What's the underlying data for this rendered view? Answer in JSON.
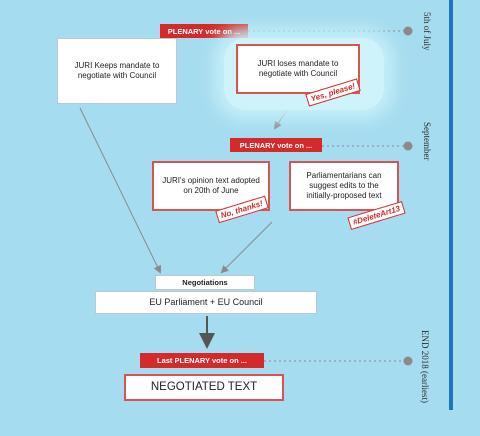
{
  "plenary_tags": {
    "first": "PLENARY vote on ...",
    "second": "PLENARY vote on ...",
    "last": "Last PLENARY vote on ..."
  },
  "boxes": {
    "juri_keeps": "JURI Keeps mandate to negotiate with Council",
    "juri_loses": "JURI loses mandate to negotiate with Council",
    "juri_opinion": "JURI's opinion text adopted on 20th of June",
    "parliamentarians": "Parliamentarians can suggest edits to the initially-proposed text",
    "negotiations": "Negotiations",
    "eu_bodies": "EU Parliament + EU Council",
    "negotiated_text": "NEGOTIATED TEXT"
  },
  "stamps": {
    "yes_please": "Yes, please!",
    "no_thanks": "No, thanks!",
    "hashtag": "#DeleteArt13"
  },
  "timeline": {
    "july": "5th of July",
    "september": "September",
    "end": "END 2018 (earliest)"
  },
  "colors": {
    "background": "#a6dcef",
    "accent_red": "#d42a2a",
    "timeline_blue": "#1e73c8"
  }
}
